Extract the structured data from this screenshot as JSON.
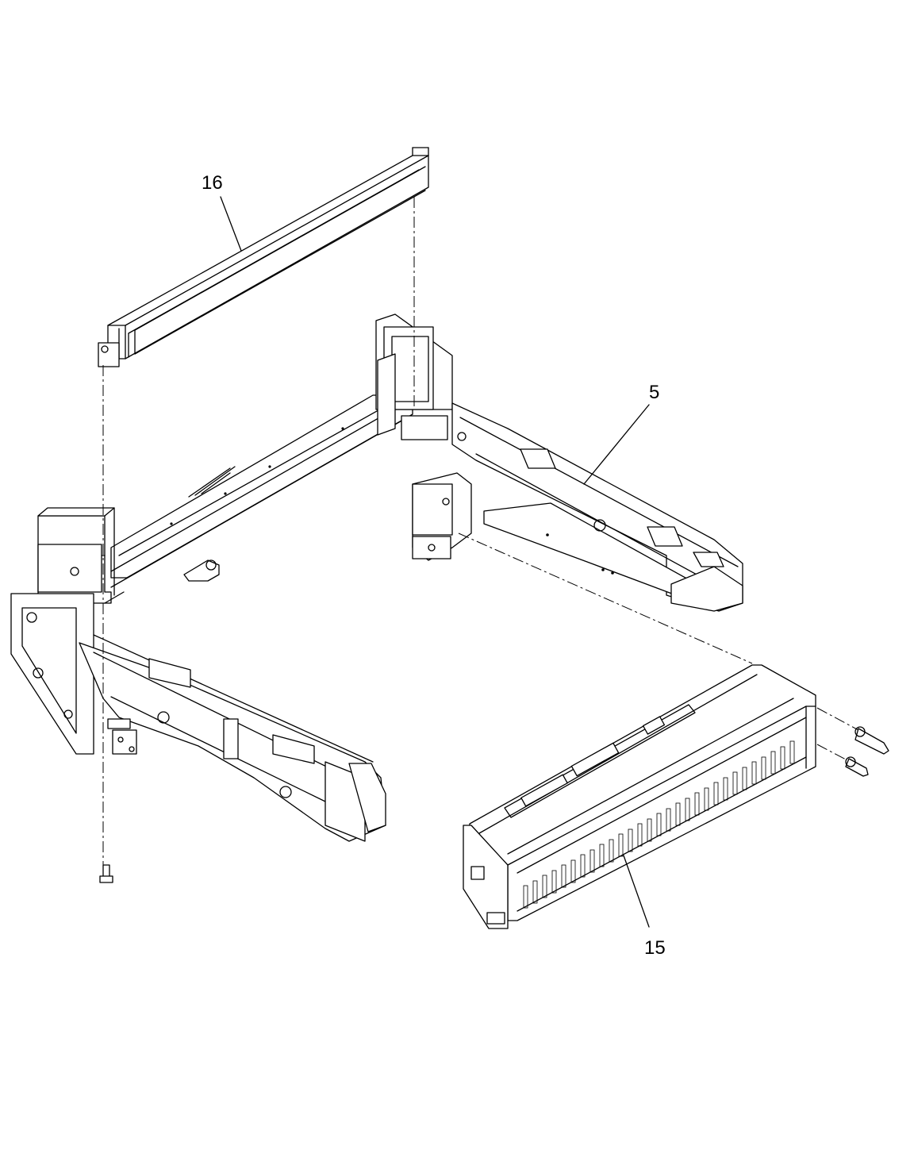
{
  "callouts": [
    {
      "id": "16",
      "text": "16"
    },
    {
      "id": "5",
      "text": "5"
    },
    {
      "id": "15",
      "text": "15"
    }
  ],
  "parts": {
    "rail": "rail-16",
    "frame": "frame-5",
    "backplane": "backplane-15"
  }
}
